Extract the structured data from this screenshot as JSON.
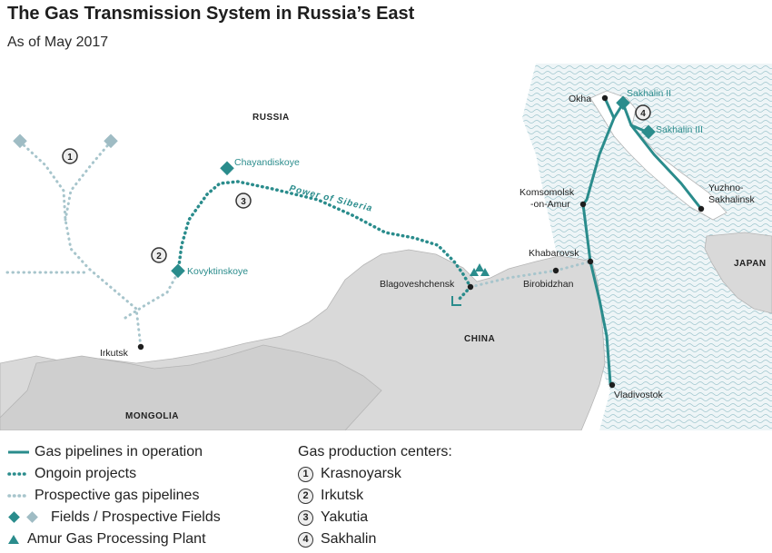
{
  "title": "The Gas Transmission System in Russia’s East",
  "subtitle": "As of May 2017",
  "colors": {
    "operation": "#2a8c8c",
    "ongoing": "#2a8c8c",
    "prospective": "#a7c5cc",
    "field": "#2a8c8c",
    "prospective_field": "#9fbcc4",
    "land": "#d9d9d9",
    "sea": "#e9f2f4"
  },
  "map": {
    "countries": {
      "russia": "RUSSIA",
      "china": "CHINA",
      "mongolia": "MONGOLIA",
      "japan": "JAPAN"
    },
    "cities": {
      "okha": "Okha",
      "komsomolsk": "Komsomolsk",
      "komsomolsk2": "-on-Amur",
      "khabarovsk": "Khabarovsk",
      "birobidzhan": "Birobidzhan",
      "blagoveshchensk": "Blagoveshchensk",
      "irkutsk": "Irkutsk",
      "vladivostok": "Vladivostok",
      "yuzhno1": "Yuzhno-",
      "yuzhno2": "Sakhalinsk"
    },
    "fields": {
      "chayandiskoye": "Chayandiskoye",
      "kovyktinskoye": "Kovyktinskoye",
      "sakhalin2": "Sakhalin II",
      "sakhalin3": "Sakhalin III"
    },
    "pipeline_name": "Power of Siberia",
    "markers": [
      "1",
      "2",
      "3",
      "4"
    ]
  },
  "legend": {
    "operation": "Gas pipelines in operation",
    "ongoing": "Ongoin projects",
    "prospective": "Prospective gas pipelines",
    "fields": "Fields / Prospective Fields",
    "plant": "Amur Gas Processing Plant",
    "centers_title": "Gas production centers:",
    "centers": [
      {
        "num": "1",
        "name": "Krasnoyarsk"
      },
      {
        "num": "2",
        "name": "Irkutsk"
      },
      {
        "num": "3",
        "name": "Yakutia"
      },
      {
        "num": "4",
        "name": "Sakhalin"
      }
    ]
  }
}
